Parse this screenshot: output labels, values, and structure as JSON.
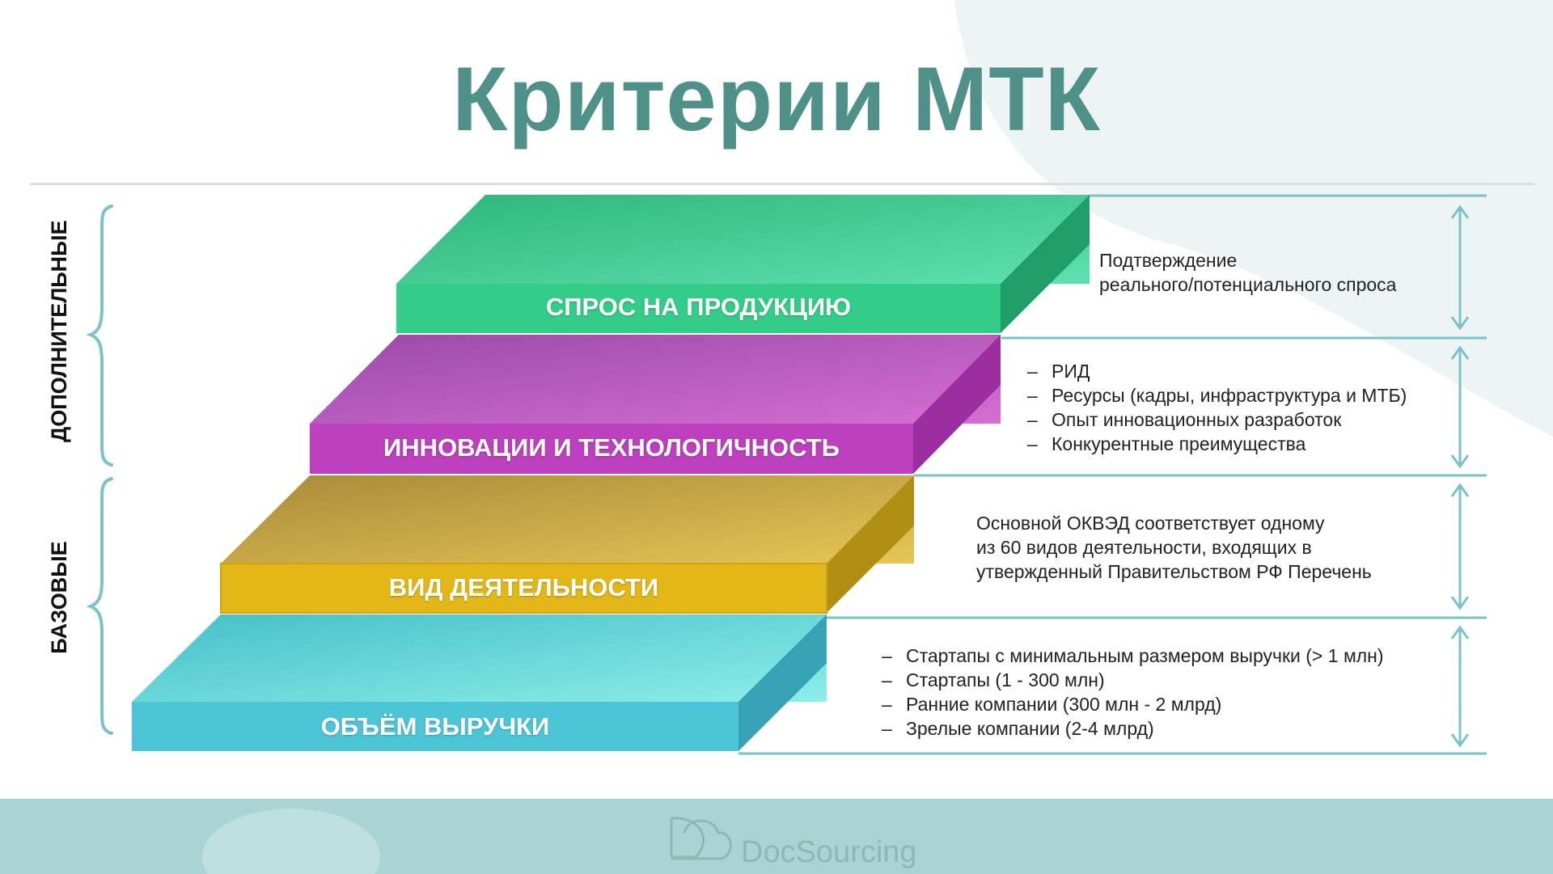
{
  "title": "Критерии МТК",
  "side_labels": {
    "upper": "ДОПОЛНИТЕЛЬНЫЕ",
    "lower": "БАЗОВЫЕ"
  },
  "steps": [
    {
      "label": "СПРОС НА ПРОДУКЦИЮ",
      "color": "#3ecf92",
      "description": [
        "Подтверждение",
        "реального/потенциального спроса"
      ]
    },
    {
      "label": "ИННОВАЦИИ И ТЕХНОЛОГИЧНОСТЬ",
      "color": "#c04fc0",
      "bullets": [
        "РИД",
        "Ресурсы (кадры, инфраструктура и МТБ)",
        "Опыт инновационных разработок",
        "Конкурентные преимущества"
      ]
    },
    {
      "label": "ВИД ДЕЯТЕЛЬНОСТИ",
      "color": "#d4ad1e",
      "description": [
        "Основной ОКВЭД соответствует одному",
        "из 60 видов деятельности, входящих в",
        "утвержденный Правительством РФ Перечень"
      ]
    },
    {
      "label": "ОБЪЁМ ВЫРУЧКИ",
      "color": "#4fcfdb",
      "bullets": [
        "Стартапы с минимальным размером выручки (> 1 млн)",
        "Стартапы (1 - 300 млн)",
        "Ранние компании (300 млн - 2 млрд)",
        "Зрелые компании (2-4 млрд)"
      ]
    }
  ],
  "brand": "DocSourcing",
  "colors": {
    "title": "#4f9189",
    "guide_lines": "#7cc3c9",
    "brace": "#7cc3c9",
    "footer_band": "#a9d4d2"
  }
}
